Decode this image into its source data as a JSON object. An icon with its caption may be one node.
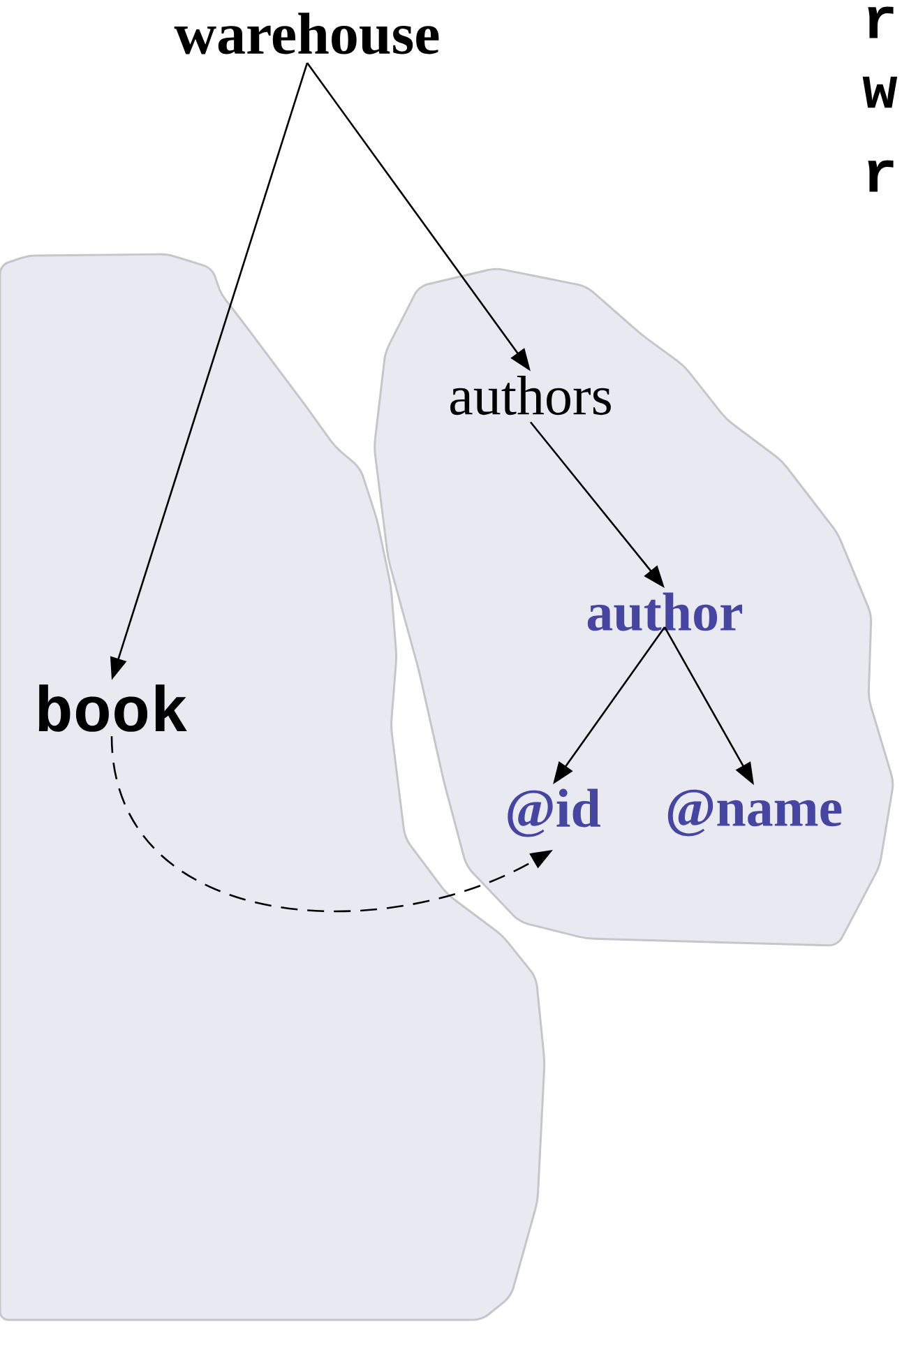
{
  "diagram": {
    "nodes": [
      {
        "text": [
          "warehouse"
        ]
      },
      {
        "text": [],
        "shape": "cloud"
      },
      {
        "text": [
          "book"
        ],
        "in": 1
      },
      {
        "text": [],
        "shape": "cloud"
      },
      {
        "text": [
          "authors"
        ],
        "in": 3
      },
      {
        "text": [
          "author"
        ],
        "in": 3
      },
      {
        "text": [
          "@id"
        ],
        "in": 3
      },
      {
        "text": [
          "@name"
        ],
        "in": 3
      }
    ],
    "edges": [
      {
        "from": 0,
        "to": 2,
        "arrow": "to"
      },
      {
        "from": 0,
        "to": 4,
        "arrow": "to"
      },
      {
        "from": 4,
        "to": 5,
        "arrow": "to"
      },
      {
        "from": 5,
        "to": 6,
        "arrow": "to"
      },
      {
        "from": 5,
        "to": 7,
        "arrow": "to"
      },
      {
        "from": 2,
        "to": 6,
        "arrow": "to",
        "style": "dashed"
      }
    ],
    "labels": [
      "r",
      "w",
      "r"
    ]
  }
}
